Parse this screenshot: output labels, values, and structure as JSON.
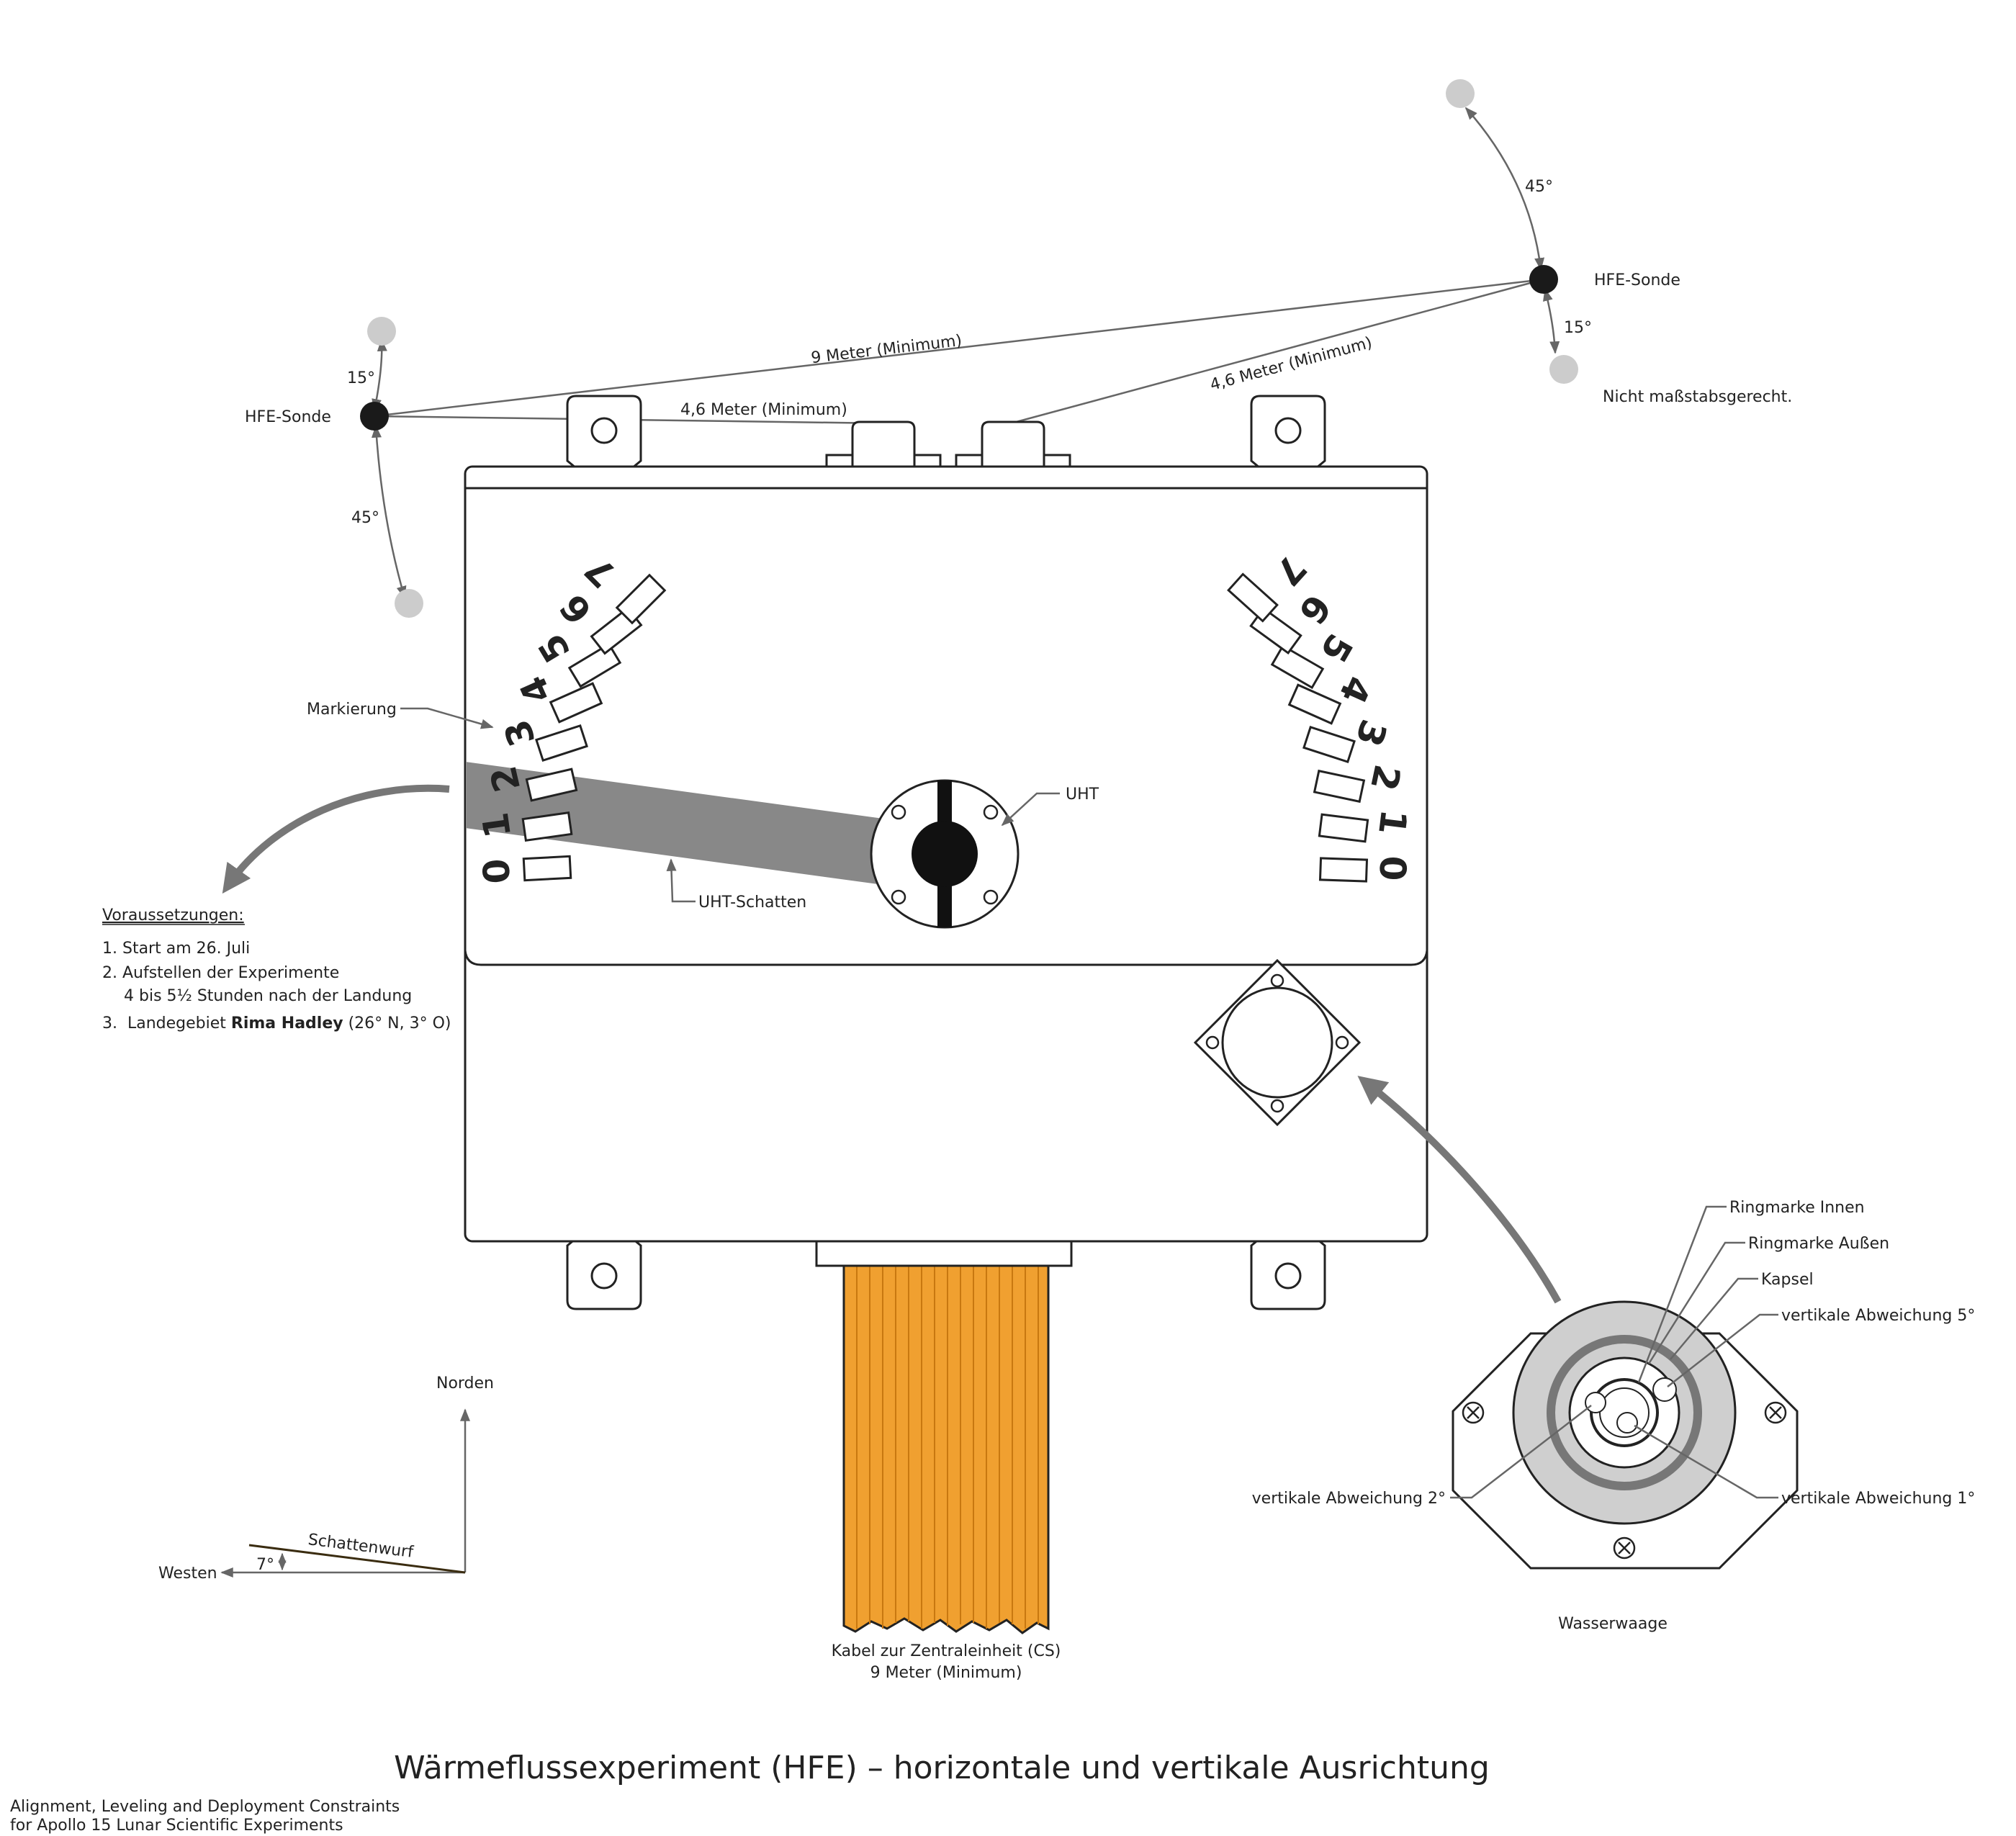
{
  "title": "Wärmeflussexperiment (HFE) – horizontale und vertikale Ausrichtung",
  "credit": {
    "line1": "Alignment, Leveling and Deployment Constraints",
    "line2": "for Apollo 15 Lunar Scientific Experiments"
  },
  "probes": {
    "left_label": "HFE-Sonde",
    "right_label": "HFE-Sonde",
    "left_angle_top": "15°",
    "left_angle_bottom": "45°",
    "right_angle_top": "45°",
    "right_angle_bottom": "15°"
  },
  "distances": {
    "probe_to_probe": "9 Meter (Minimum)",
    "left_probe_to_unit": "4,6 Meter (Minimum)",
    "right_probe_to_unit": "4,6 Meter (Minimum)"
  },
  "note_scale": "Nicht maßstabsgerecht.",
  "labels": {
    "markierung": "Markierung",
    "uht": "UHT",
    "uht_schatten": "UHT-Schatten"
  },
  "dial_left_digits": [
    "0",
    "1",
    "2",
    "3",
    "4",
    "5",
    "6",
    "7"
  ],
  "dial_right_digits": [
    "0",
    "1",
    "2",
    "3",
    "4",
    "5",
    "6",
    "7"
  ],
  "prerequisites": {
    "heading": "Voraussetzungen:",
    "item1": "1.  Start am 26. Juli",
    "item2_line1": "2.  Aufstellen der Experimente",
    "item2_line2": "4 bis 5½ Stunden nach der Landung",
    "item3_prefix": "3.  Landegebiet ",
    "item3_bold": "Rima Hadley",
    "item3_suffix": " (26° N, 3° O)"
  },
  "compass": {
    "north": "Norden",
    "west": "Westen",
    "shadow": "Schattenwurf",
    "angle": "7°"
  },
  "cable": {
    "line1": "Kabel zur Zentraleinheit (CS)",
    "line2": "9 Meter (Minimum)"
  },
  "level": {
    "caption": "Wasserwaage",
    "ring_inner": "Ringmarke Innen",
    "ring_outer": "Ringmarke Außen",
    "capsule": "Kapsel",
    "dev5": "vertikale Abweichung 5°",
    "dev2": "vertikale Abweichung 2°",
    "dev1": "vertikale Abweichung 1°"
  },
  "colors": {
    "cable": "#F0A030",
    "shadow": "#888888",
    "probe": "#1a1a1a",
    "ghost_probe": "#cccccc",
    "arrow": "#777777"
  }
}
